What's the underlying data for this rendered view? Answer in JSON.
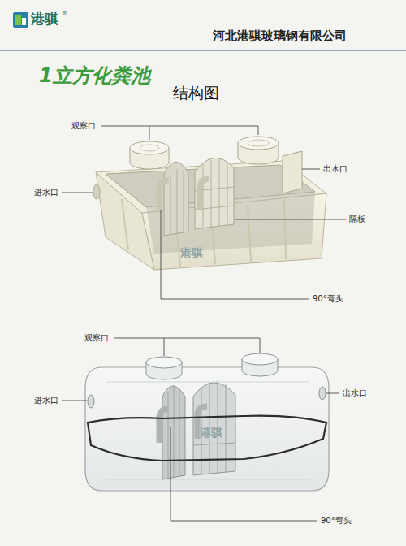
{
  "diagram": {
    "title": "1立方化粪池",
    "labels": [
      "港骐",
      "®",
      "河北港骐玻璃钢有限公司",
      "结构图",
      "观察口",
      "进水口",
      "出水口",
      "隔板",
      "90°弯头",
      "港骐",
      "观察口",
      "进水口",
      "出水口",
      "90°弯头",
      "港骐"
    ]
  }
}
